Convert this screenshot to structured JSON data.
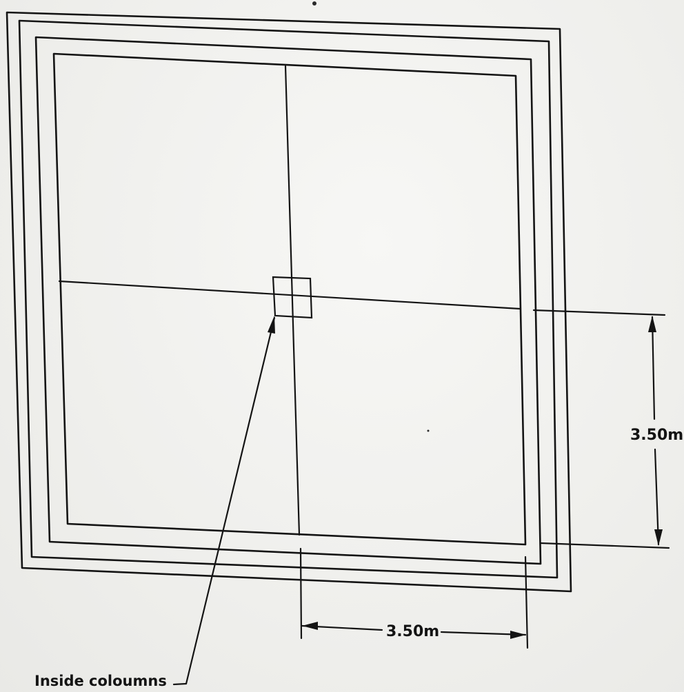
{
  "dimensions": {
    "vertical_label": "3.50m",
    "horizontal_label": "3.50m"
  },
  "annotations": {
    "column_label": "Inside coloumns"
  }
}
